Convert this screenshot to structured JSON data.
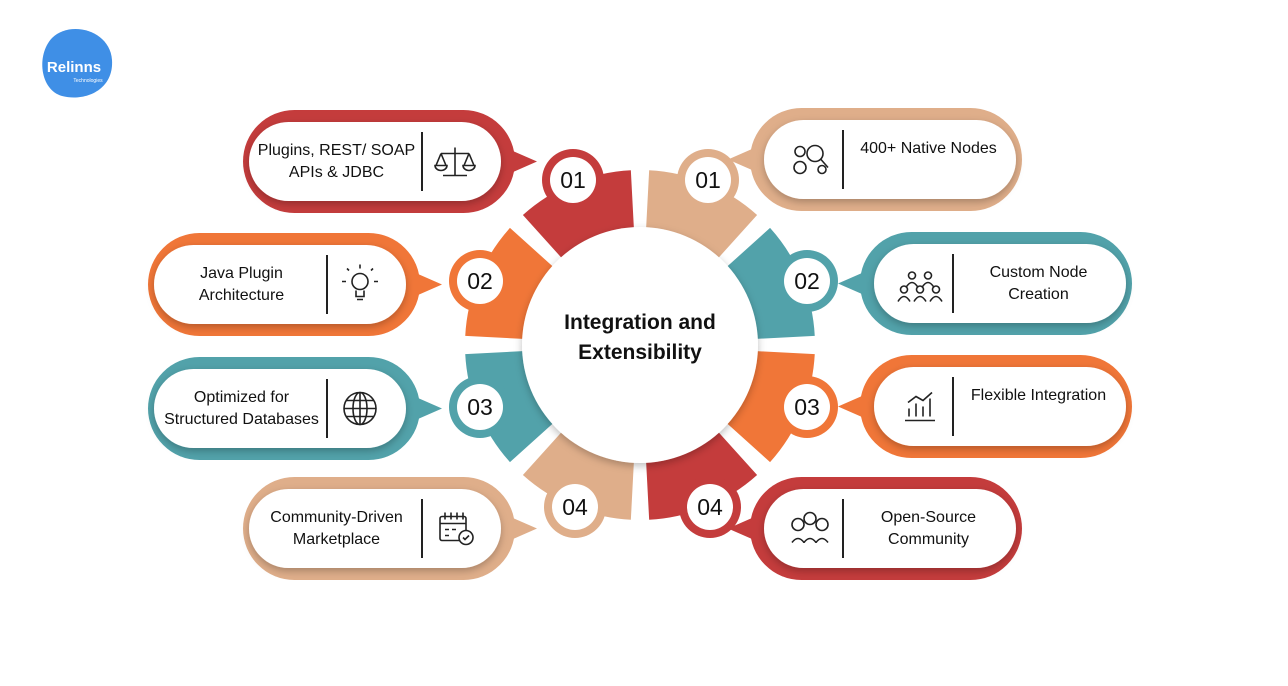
{
  "logo": {
    "name": "Relinns",
    "subtitle": "Technologies"
  },
  "center_title": "Integration and Extensibility",
  "colors": {
    "red": "#c43c3c",
    "tan": "#dfae8a",
    "orange": "#f07638",
    "teal": "#52a2aa",
    "logo": "#3f8fe6"
  },
  "left": [
    {
      "num": "01",
      "label": "Plugins, REST/ SOAP APIs & JDBC",
      "icon": "scale-icon",
      "color": "red"
    },
    {
      "num": "02",
      "label": "Java Plugin Architecture",
      "icon": "lightbulb-icon",
      "color": "orange"
    },
    {
      "num": "03",
      "label": "Optimized for Structured Databases",
      "icon": "globe-icon",
      "color": "teal"
    },
    {
      "num": "04",
      "label": "Community-Driven Marketplace",
      "icon": "calendar-check-icon",
      "color": "tan"
    }
  ],
  "right": [
    {
      "num": "01",
      "label": "400+ Native Nodes",
      "icon": "gears-search-icon",
      "color": "tan"
    },
    {
      "num": "02",
      "label": "Custom Node Creation",
      "icon": "team-icon",
      "color": "teal"
    },
    {
      "num": "03",
      "label": "Flexible Integration",
      "icon": "chart-icon",
      "color": "orange"
    },
    {
      "num": "04",
      "label": "Open-Source Community",
      "icon": "community-share-icon",
      "color": "red"
    }
  ]
}
